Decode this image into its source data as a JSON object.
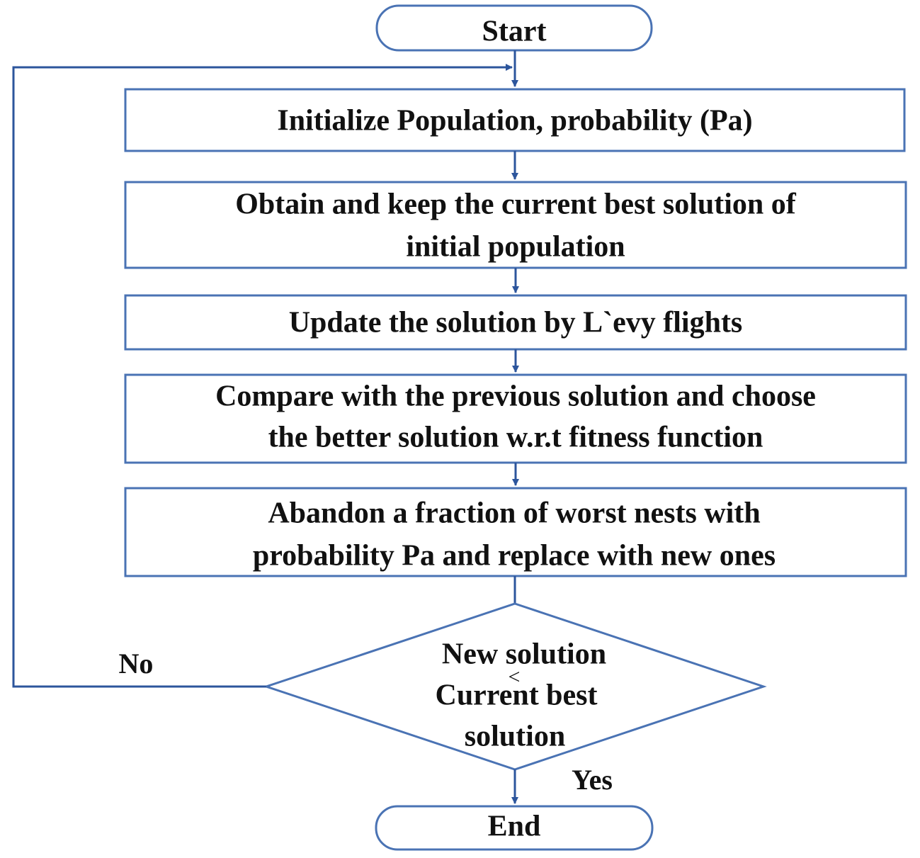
{
  "flowchart": {
    "start": "Start",
    "steps": [
      [
        "Initialize Population, probability (Pa)"
      ],
      [
        "Obtain and keep the current best solution of",
        "initial population"
      ],
      [
        "Update the solution by L`evy flights"
      ],
      [
        "Compare with the previous solution and choose",
        "the better solution w.r.t fitness function"
      ],
      [
        "Abandon a fraction of worst nests with",
        "probability Pa and replace with new ones"
      ]
    ],
    "decision": {
      "lines": [
        "New solution",
        "Current best",
        "solution"
      ],
      "symbol": "<",
      "no_label": "No",
      "yes_label": "Yes"
    },
    "end": "End"
  },
  "colors": {
    "stroke": "#4a73b4",
    "arrow": "#2c559c",
    "text": "#111111"
  }
}
